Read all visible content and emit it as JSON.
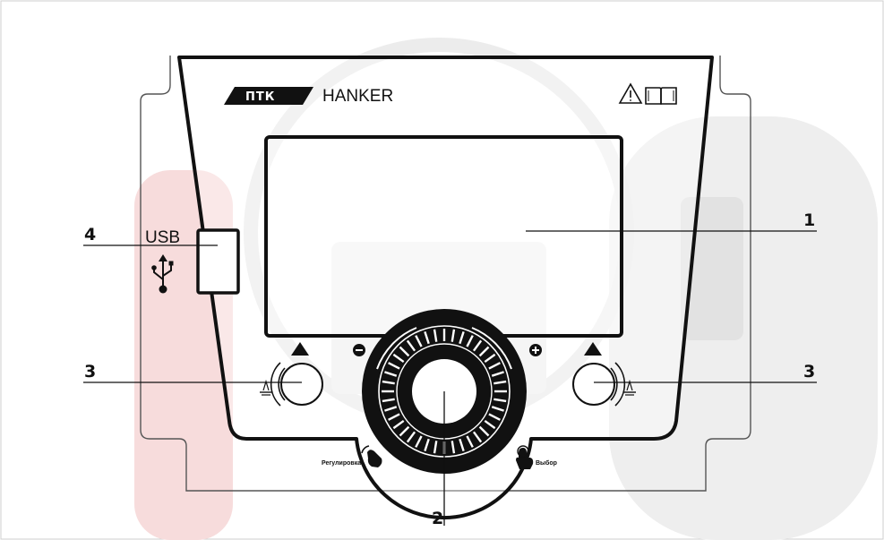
{
  "brand": {
    "logo_text": "ПТК",
    "model": "HANKER"
  },
  "usb": {
    "label": "USB",
    "icon": "usb-icon"
  },
  "icons": {
    "warning": "warning-triangle-icon",
    "manual": "open-book-icon",
    "minus": "minus-icon",
    "plus": "plus-icon",
    "hand_rotate": "hand-rotate-icon",
    "hand_press": "hand-press-icon",
    "torch": "torch-icon"
  },
  "controls": {
    "adjust_label": "Регулировка",
    "select_label": "Выбор"
  },
  "callouts": {
    "display": "1",
    "encoder": "2",
    "button_left": "3",
    "button_right": "3",
    "usb": "4"
  },
  "colors": {
    "line": "#111111",
    "watermark_red": "#f6d9d9",
    "watermark_grey": "#ececec",
    "frame": "#444444"
  }
}
